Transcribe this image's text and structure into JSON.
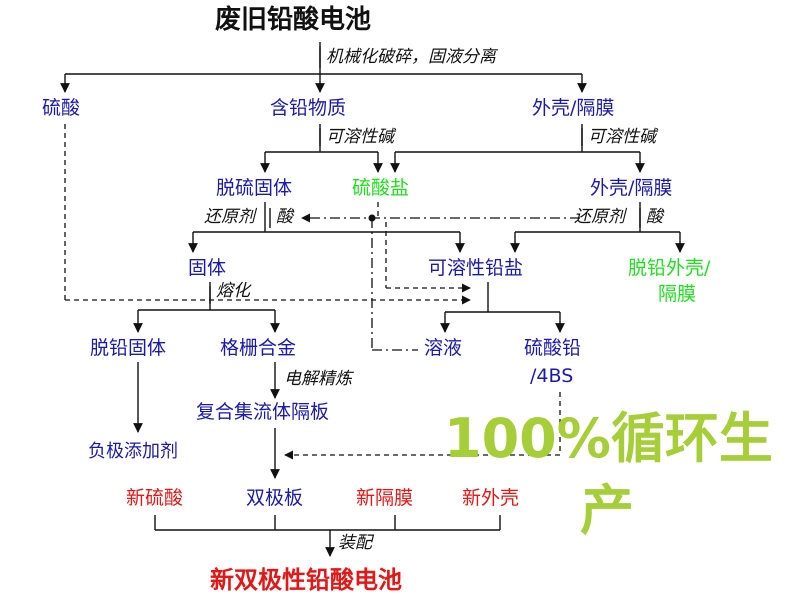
{
  "title": "废旧铅酸电池",
  "step_crush": "机械化破碎，固液分离",
  "nodes": {
    "sulfuric_acid": "硫酸",
    "lead_material": "含铅物质",
    "shell_membrane": "外壳/隔膜",
    "desulf_solid": "脱硫固体",
    "sulfate_salt": "硫酸盐",
    "shell_membrane_2": "外壳/隔膜",
    "solid": "固体",
    "soluble_lead_salt": "可溶性铅盐",
    "delead_shell_line1": "脱铅外壳/",
    "delead_shell_line2": "隔膜",
    "delead_solid": "脱铅固体",
    "grid_alloy": "格栅合金",
    "solution": "溶液",
    "lead_sulfate_line1": "硫酸铅",
    "lead_sulfate_line2": "/4BS",
    "composite": "复合集流体隔板",
    "neg_additive": "负极添加剂",
    "new_acid": "新硫酸",
    "bipolar": "双极板",
    "new_membrane": "新隔膜",
    "new_shell": "新外壳",
    "final": "新双极性铅酸电池"
  },
  "notes": {
    "alkali_1": "可溶性碱",
    "alkali_2": "可溶性碱",
    "reducer_left": "还原剂",
    "acid_left": "酸",
    "reducer_right": "还原剂",
    "acid_right": "酸",
    "melt": "熔化",
    "electro": "电解精炼",
    "assembly": "装配"
  },
  "slogan_line1": "100%循环生",
  "slogan_line2": "产",
  "colors": {
    "blue": "#1a1aa8",
    "green": "#22dd22",
    "red": "#e01818",
    "slogan": "#a6ce39"
  }
}
